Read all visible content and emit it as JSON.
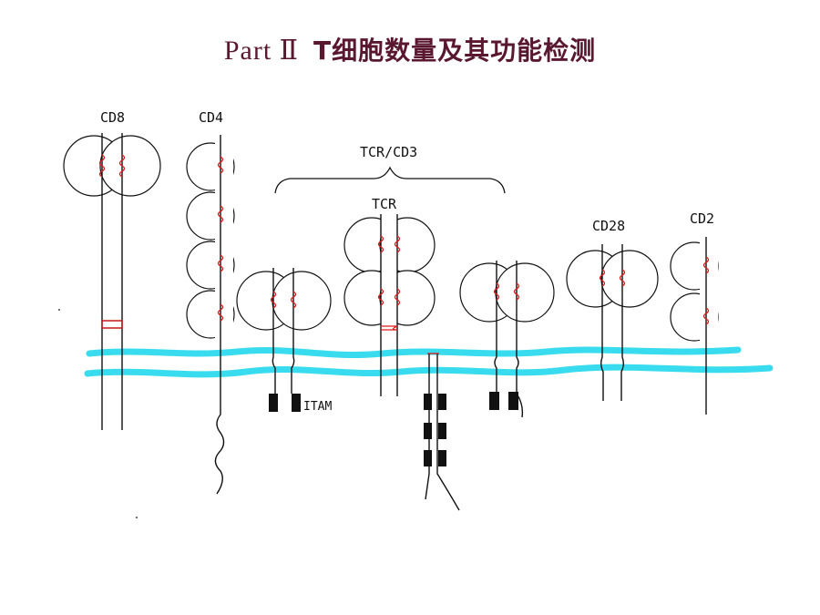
{
  "slide": {
    "title_part": "Part Ⅱ",
    "title_text": "T细胞数量及其功能检测"
  },
  "diagram": {
    "labels": {
      "cd8": "CD8",
      "cd4": "CD4",
      "tcr_cd3": "TCR/CD3",
      "tcr": "TCR",
      "cd28": "CD28",
      "cd2": "CD2",
      "itam": "ITAM"
    },
    "colors": {
      "membrane": "#22d8ec",
      "disulfide": "#e01818",
      "title": "#5a1830"
    }
  }
}
